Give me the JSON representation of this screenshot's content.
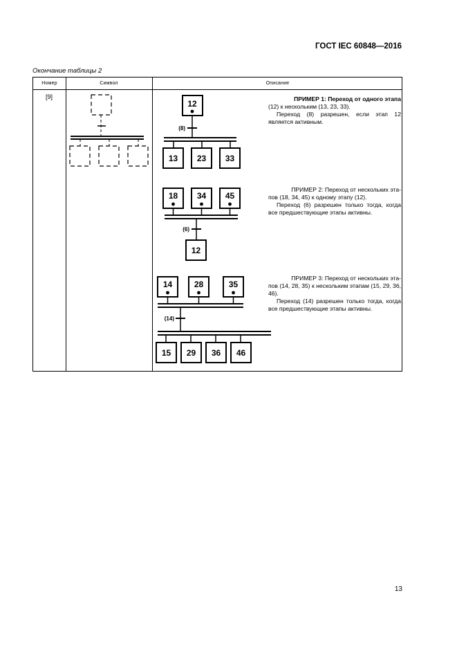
{
  "header": {
    "standard": "ГОСТ IEC 60848—2016"
  },
  "table_caption": "Окончание таблицы 2",
  "table": {
    "columns": [
      "Номер",
      "Символ",
      "Описание"
    ],
    "row_number": "[9]",
    "examples": [
      {
        "para1_lead": "ПРИМЕР 1: Переход от одного этапа",
        "para1_rest": "(12) к нескольким (13, 23, 33).",
        "para2": "Переход (8) разрешен, если этап 12 является активным.",
        "top_steps": [
          "12"
        ],
        "transition": "(8)",
        "bottom_steps": [
          "13",
          "23",
          "33"
        ]
      },
      {
        "para1_lead": "ПРИМЕР 2: Переход от нескольких эта-",
        "para1_rest": "пов (18, 34, 45) к одному этапу (12).",
        "para2": "Переход (6) разрешен только тогда, когда все предшествующие этапы активны.",
        "top_steps": [
          "18",
          "34",
          "45"
        ],
        "transition": "(6)",
        "bottom_steps": [
          "12"
        ]
      },
      {
        "para1_lead": "ПРИМЕР 3: Переход от нескольких эта-",
        "para1_rest": "пов (14, 28, 35) к нескольким этапам (15, 29, 36, 46).",
        "para2": "Переход (14) разрешен только тогда, когда все предшествующие этапы активны.",
        "top_steps": [
          "14",
          "28",
          "35"
        ],
        "transition": "(14)",
        "bottom_steps": [
          "15",
          "29",
          "36",
          "46"
        ]
      }
    ]
  },
  "page_number": "13"
}
